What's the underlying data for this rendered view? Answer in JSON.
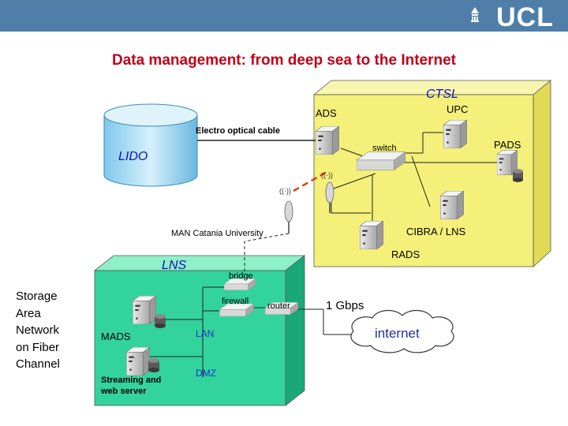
{
  "header": {
    "logo_text": "UCL",
    "bar_color": "#4f7fa8"
  },
  "title": "Data management: from deep sea to the Internet",
  "side_note": [
    "Storage",
    "Area",
    "Network",
    "on Fiber",
    "Channel"
  ],
  "diagram": {
    "regions": {
      "ctsl": "CTSL",
      "lns": "LNS",
      "lido": "LIDO"
    },
    "labels": {
      "electro_optical_cable": "Electro optical cable",
      "man": "MAN  Catania University",
      "ads": "ADS",
      "upc": "UPC",
      "pads": "PADS",
      "switch": "switch",
      "cibra": "CIBRA / LNS",
      "rads": "RADS",
      "bridge": "bridge",
      "firewall": "firewall",
      "router": "router",
      "lan": "LAN",
      "mads": "MADS",
      "dmz": "DMZ",
      "streaming_line1": "Streaming and",
      "streaming_line2": "web server",
      "speed": "1 Gbps",
      "internet": "internet"
    },
    "colors": {
      "ctsl_box": "#f4f07a",
      "lns_box": "#33d39e",
      "region_label": "#1010b8",
      "lan_dmz_label": "#2030c8",
      "wireless_link": "#e04010"
    }
  }
}
